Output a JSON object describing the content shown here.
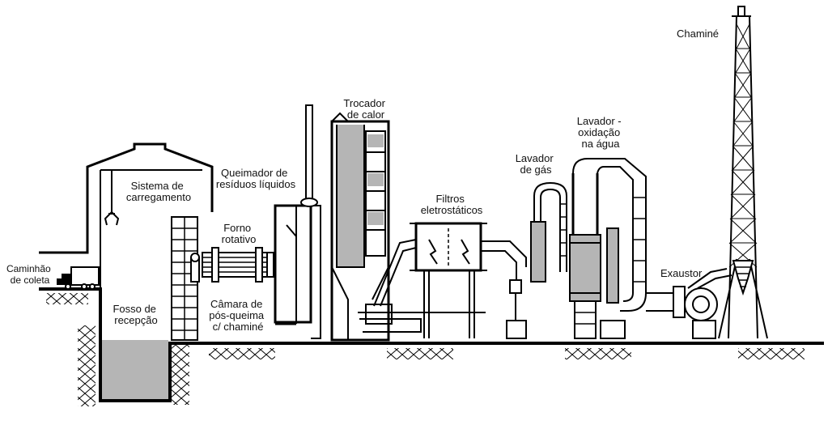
{
  "labels": {
    "chimney": "Chaminé",
    "heat_exchanger": [
      "Trocador",
      "de calor"
    ],
    "scrubber_oxidation": [
      "Lavador -",
      "oxidação",
      "na água"
    ],
    "gas_scrubber": [
      "Lavador",
      "de gás"
    ],
    "electrostatic_filters": [
      "Filtros",
      "eletrostáticos"
    ],
    "liquid_burner": [
      "Queimador de",
      "resíduos líquidos"
    ],
    "loading_system": [
      "Sistema de",
      "carregamento"
    ],
    "rotary_kiln": [
      "Forno",
      "rotativo"
    ],
    "truck": [
      "Caminhão",
      "de coleta"
    ],
    "reception_pit": [
      "Fosso de",
      "recepção"
    ],
    "afterburner": [
      "Câmara de",
      "pós-queima",
      "c/ chaminé"
    ],
    "exhaust_fan": "Exaustor"
  },
  "colors": {
    "ink": "#000000",
    "fill_gray": "#b5b5b5",
    "background": "#ffffff"
  }
}
